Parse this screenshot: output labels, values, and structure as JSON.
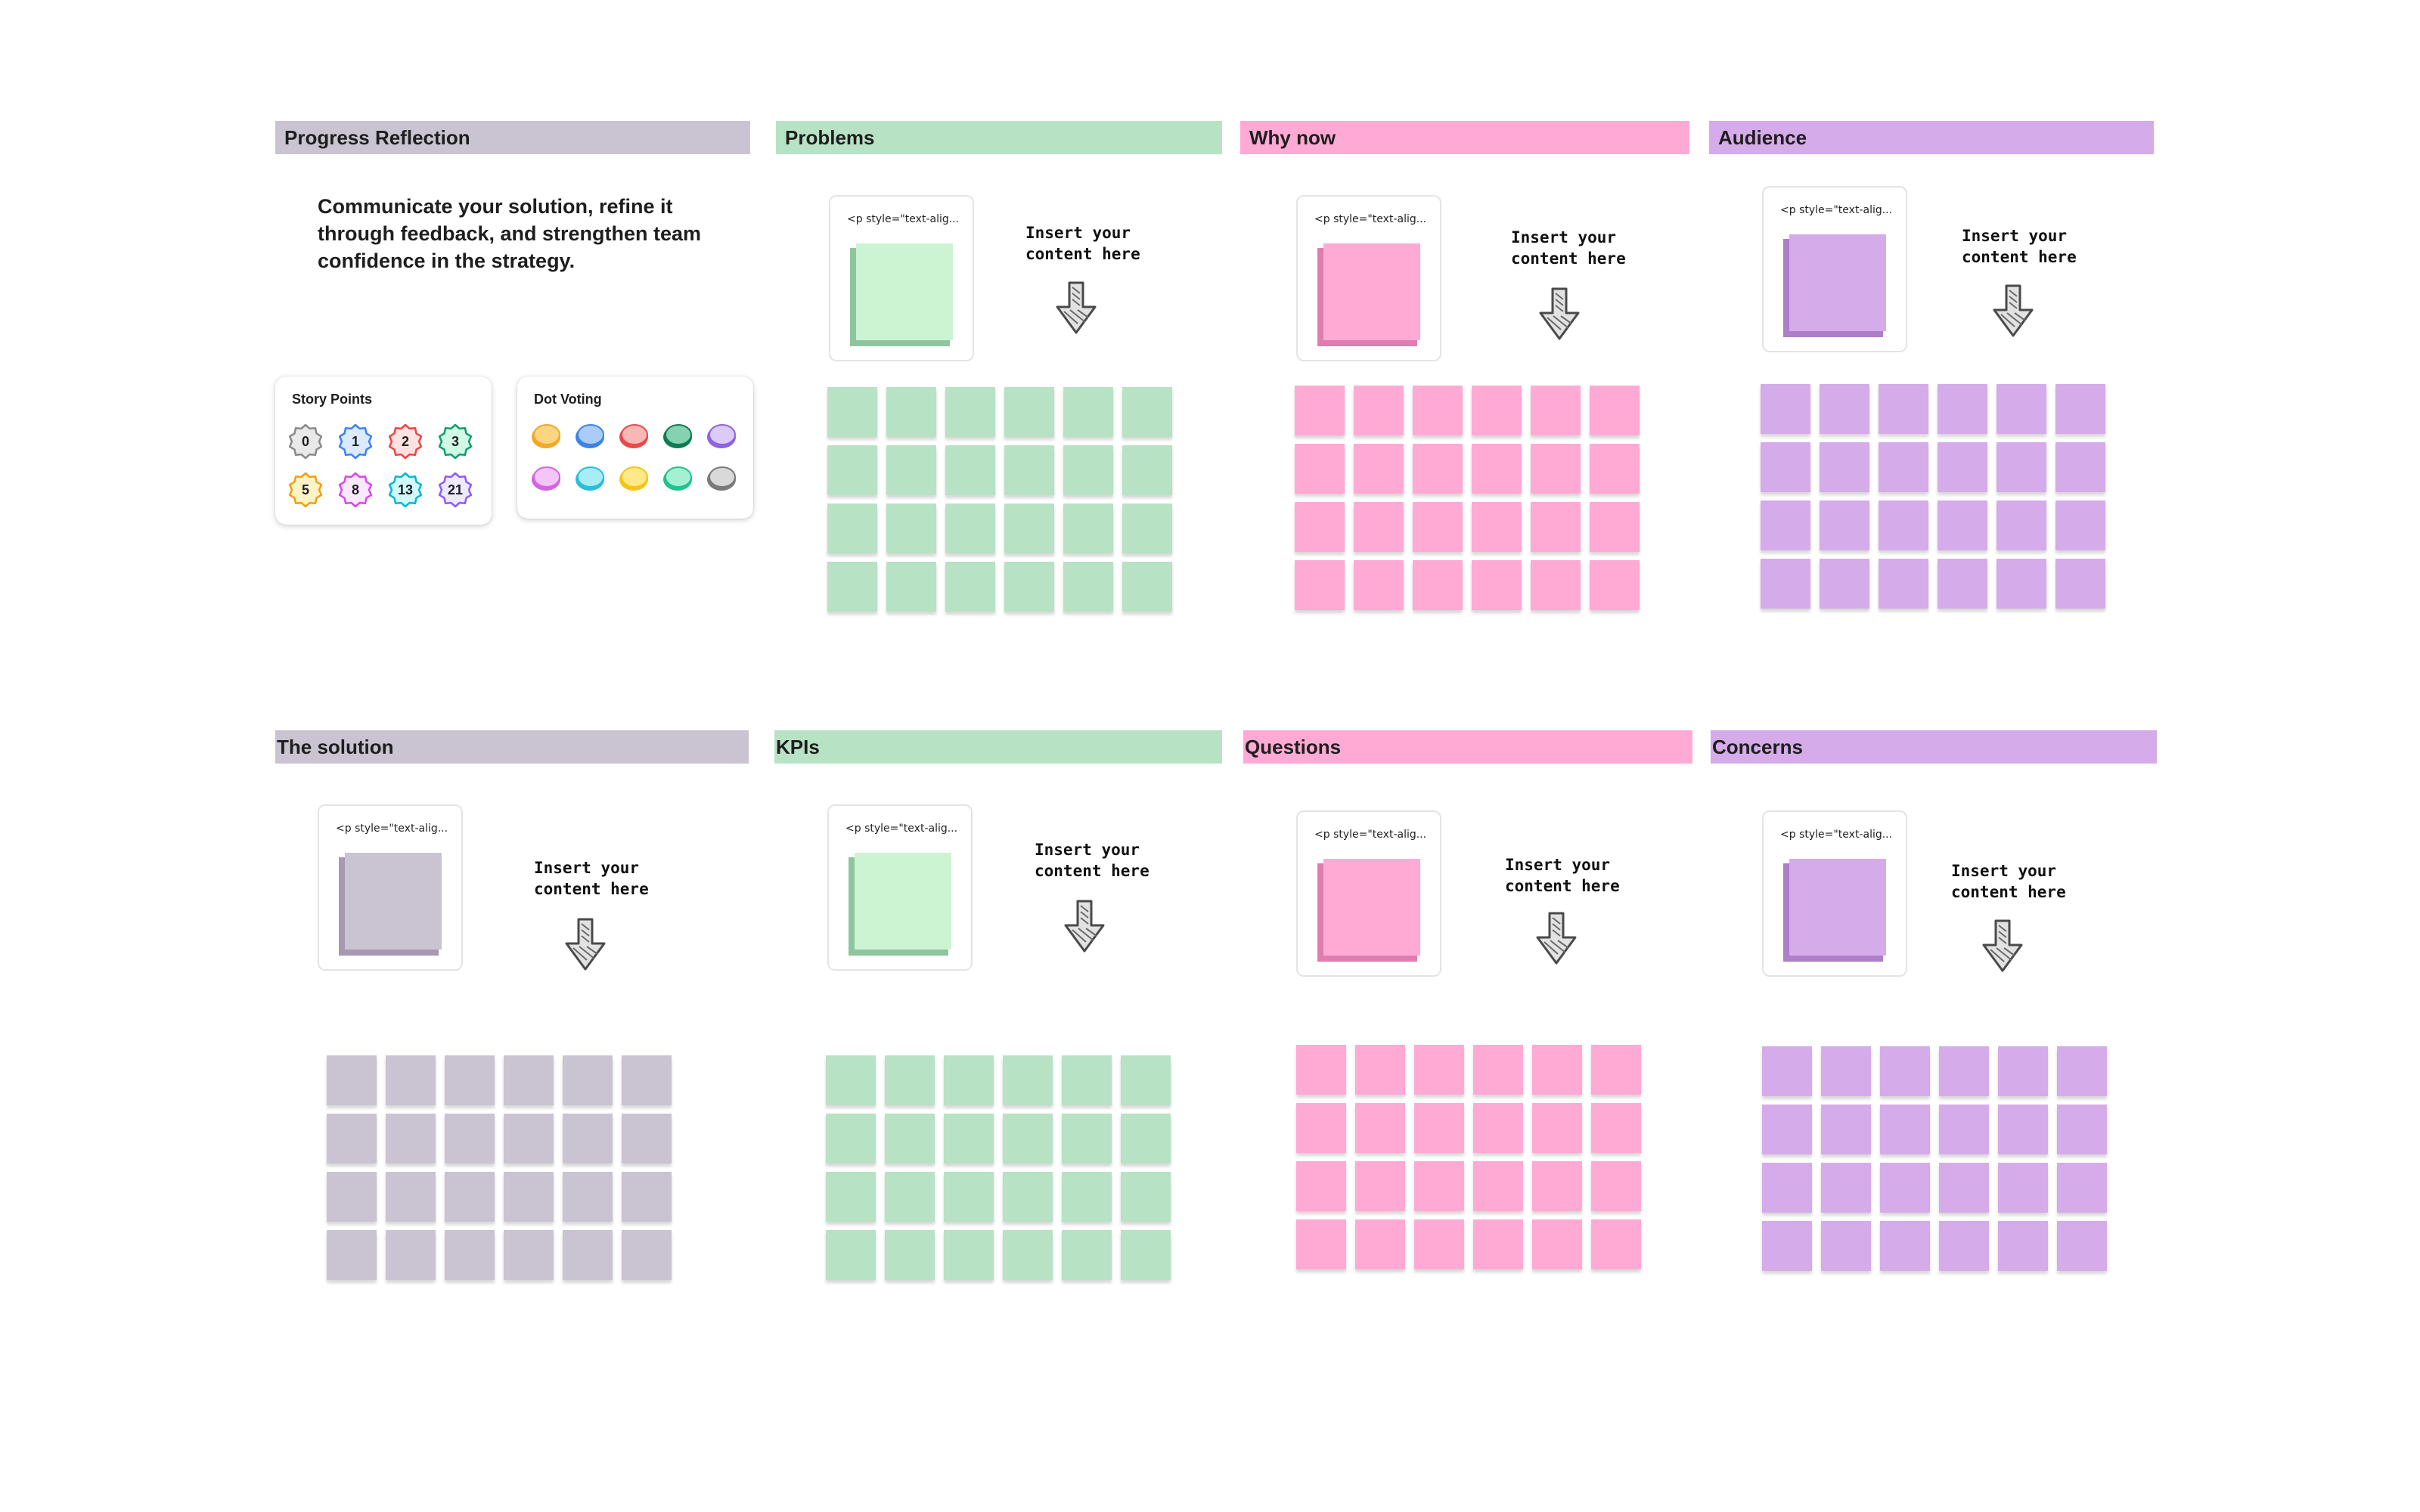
{
  "colors": {
    "gray": "#cac3d1",
    "gray_dark": "#a59aaf",
    "green": "#b8e2c4",
    "green_light": "#ccf4d3",
    "green_dark": "#8fc59e",
    "pink": "#ffaad4",
    "pink_dark": "#e07daf",
    "purple": "#d5abe9",
    "purple_dark": "#ad7fc6"
  },
  "intro": {
    "title": "Progress Reflection",
    "description": "Communicate your solution, refine it through feedback, and strengthen team confidence in the strategy."
  },
  "story_points": {
    "title": "Story Points",
    "badges": [
      {
        "label": "0",
        "color": "#8a8a8a",
        "fill": "#e9e9e9"
      },
      {
        "label": "1",
        "color": "#3b82f6",
        "fill": "#dbeafe"
      },
      {
        "label": "2",
        "color": "#ef4444",
        "fill": "#fee2e2"
      },
      {
        "label": "3",
        "color": "#0f9d6b",
        "fill": "#d1fae5"
      },
      {
        "label": "5",
        "color": "#f59e0b",
        "fill": "#fef3c7"
      },
      {
        "label": "8",
        "color": "#d946ef",
        "fill": "#fae8ff"
      },
      {
        "label": "13",
        "color": "#06b6d4",
        "fill": "#cffafe"
      },
      {
        "label": "21",
        "color": "#8b5cf6",
        "fill": "#ede9fe"
      }
    ]
  },
  "dot_voting": {
    "title": "Dot Voting",
    "dots": [
      {
        "fill": "#fcd581",
        "edge": "#f0a828"
      },
      {
        "fill": "#a9cdf7",
        "edge": "#3f82e8"
      },
      {
        "fill": "#fbb6b6",
        "edge": "#e64b4b"
      },
      {
        "fill": "#84d2b0",
        "edge": "#117a55"
      },
      {
        "fill": "#dccbf9",
        "edge": "#8e63e0"
      },
      {
        "fill": "#f4c6f7",
        "edge": "#d365e0"
      },
      {
        "fill": "#a8ecf6",
        "edge": "#29bfd8"
      },
      {
        "fill": "#fde98a",
        "edge": "#f5c512"
      },
      {
        "fill": "#a5f0d2",
        "edge": "#1ec48d"
      },
      {
        "fill": "#d9d9d9",
        "edge": "#7a7a7a"
      }
    ]
  },
  "card_text": "<p style=\"text-alig...",
  "insert_text": "Insert your content here",
  "sections": [
    {
      "key": "problems",
      "title": "Problems",
      "color": "green"
    },
    {
      "key": "why_now",
      "title": "Why now",
      "color": "pink"
    },
    {
      "key": "audience",
      "title": "Audience",
      "color": "purple"
    },
    {
      "key": "the_solution",
      "title": "The solution",
      "color": "gray"
    },
    {
      "key": "kpis",
      "title": "KPIs",
      "color": "green"
    },
    {
      "key": "questions",
      "title": "Questions",
      "color": "pink"
    },
    {
      "key": "concerns",
      "title": "Concerns",
      "color": "purple"
    }
  ],
  "sticky_grid": {
    "rows": 4,
    "cols": 6
  }
}
